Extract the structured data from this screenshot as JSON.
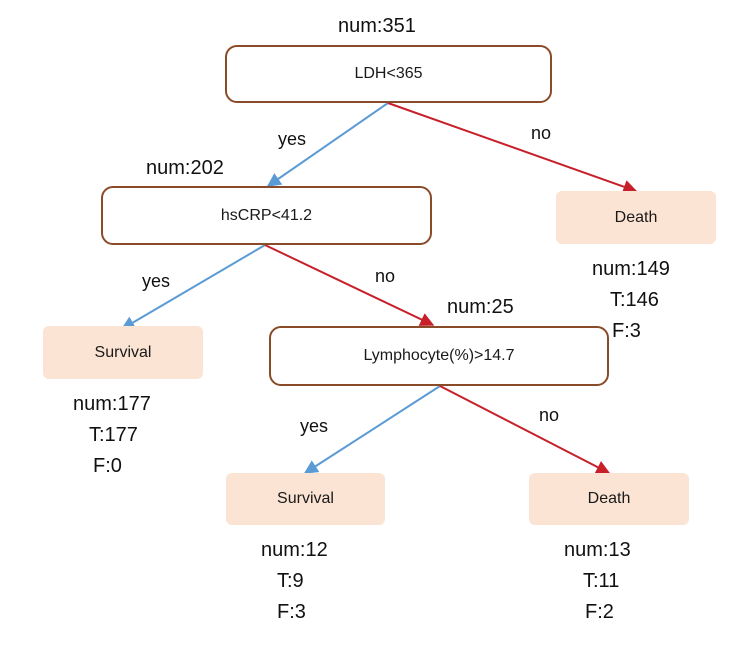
{
  "root": {
    "num": "num:351",
    "condition": "LDH<365"
  },
  "root_yes": "yes",
  "root_no": "no",
  "n1": {
    "num": "num:202",
    "condition": "hsCRP<41.2",
    "yes": "yes",
    "no": "no"
  },
  "leaf_death_top": {
    "label": "Death",
    "num": "num:149",
    "t": "T:146",
    "f": "F:3"
  },
  "leaf_survival_left": {
    "label": "Survival",
    "num": "num:177",
    "t": "T:177",
    "f": "F:0"
  },
  "n2": {
    "num": "num:25",
    "condition": "Lymphocyte(%)>14.7",
    "yes": "yes",
    "no": "no"
  },
  "leaf_survival_bottom": {
    "label": "Survival",
    "num": "num:12",
    "t": "T:9",
    "f": "F:3"
  },
  "leaf_death_bottom": {
    "label": "Death",
    "num": "num:13",
    "t": "T:11",
    "f": "F:2"
  },
  "colors": {
    "yes_edge": "#5b9bd5",
    "no_edge": "#c8202a",
    "decision_border": "#8a4b28",
    "leaf_fill": "#fbe4d3"
  }
}
